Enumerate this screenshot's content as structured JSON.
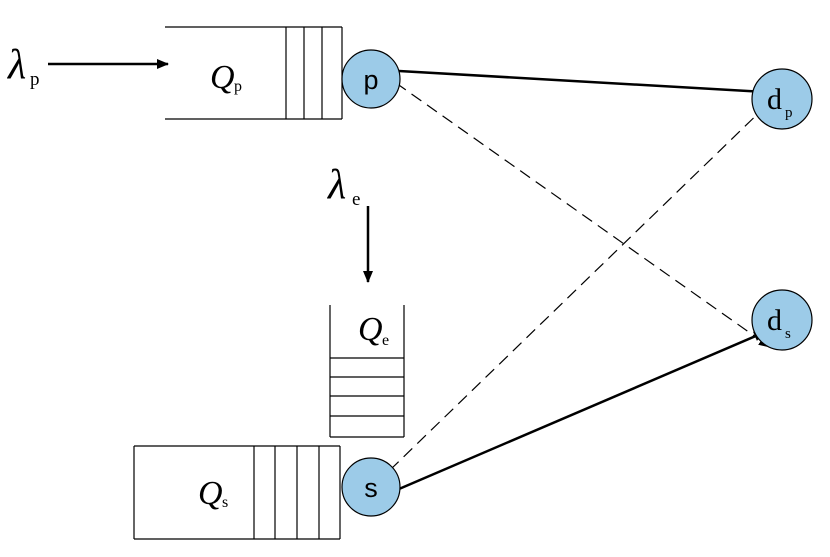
{
  "colors": {
    "node_fill": "#9ccbe8",
    "stroke": "#000000",
    "background": "#ffffff"
  },
  "arrivals": {
    "lambda_p": {
      "symbol": "λ",
      "subscript": "p"
    },
    "lambda_e": {
      "symbol": "λ",
      "subscript": "e"
    }
  },
  "queues": {
    "q_p": {
      "symbol": "Q",
      "subscript": "p"
    },
    "q_e": {
      "symbol": "Q",
      "subscript": "e"
    },
    "q_s": {
      "symbol": "Q",
      "subscript": "s"
    }
  },
  "nodes": {
    "p": {
      "label": "p"
    },
    "s": {
      "label": "s"
    },
    "d_p": {
      "label": "d",
      "subscript": "p"
    },
    "d_s": {
      "label": "d",
      "subscript": "s"
    }
  },
  "links": [
    {
      "from": "p",
      "to": "d_p",
      "style": "solid"
    },
    {
      "from": "p",
      "to": "d_s",
      "style": "dashed"
    },
    {
      "from": "s",
      "to": "d_s",
      "style": "solid"
    },
    {
      "from": "s",
      "to": "d_p",
      "style": "dashed"
    }
  ]
}
